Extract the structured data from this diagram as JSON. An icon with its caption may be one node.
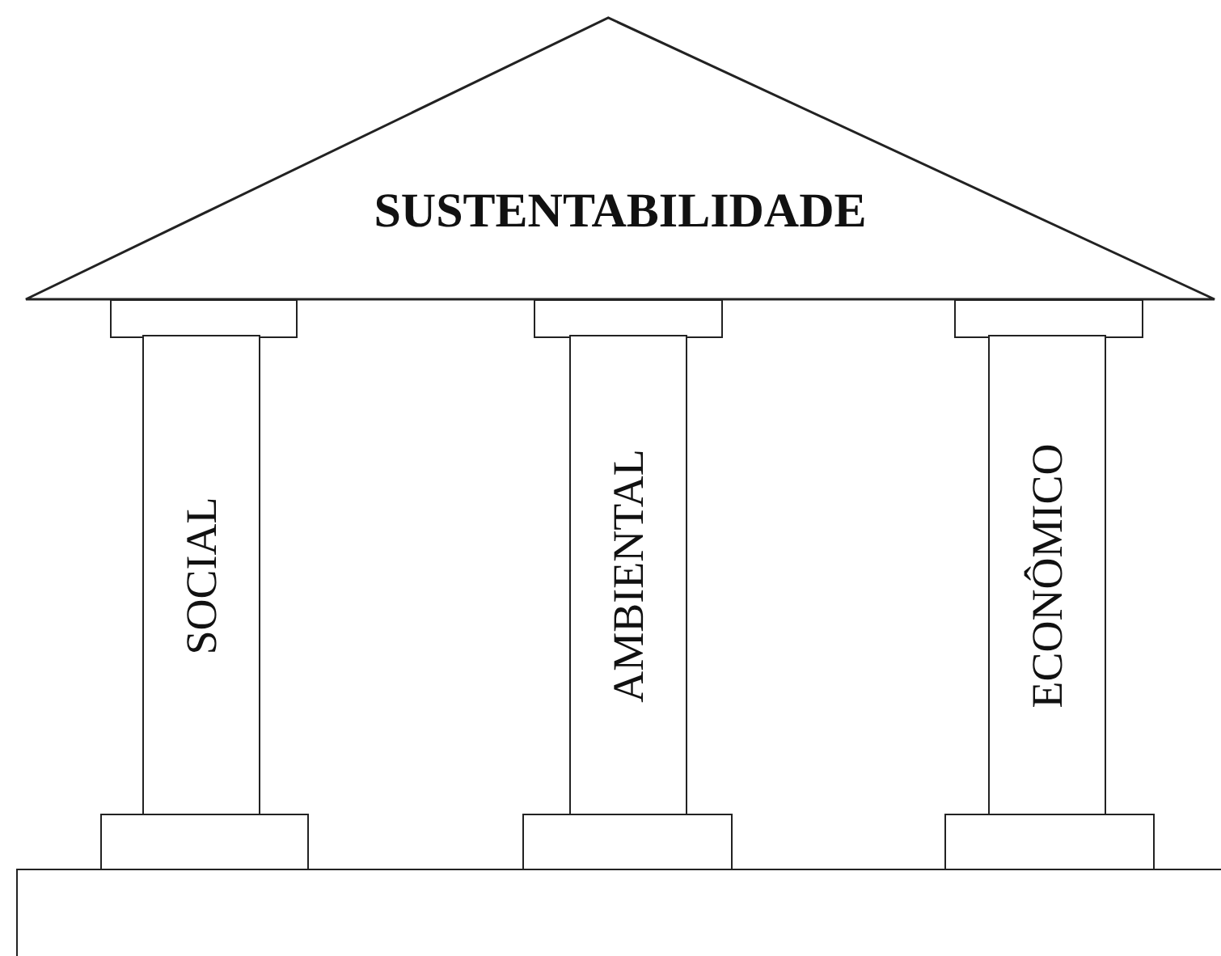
{
  "diagram": {
    "nodes": [
      {
        "text": [
          "SUSTENTABILIDADE"
        ]
      },
      {
        "text": [],
        "shape": "box"
      },
      {
        "text": [],
        "shape": "box"
      },
      {
        "text": [],
        "shape": "box"
      },
      {
        "text": [
          "SOCIAL"
        ]
      },
      {
        "text": [
          "AMBIENTAL"
        ]
      },
      {
        "text": [
          "ECONÔMICO"
        ]
      },
      {
        "text": [],
        "shape": "box"
      },
      {
        "text": [],
        "shape": "box"
      },
      {
        "text": [],
        "shape": "box"
      },
      {
        "text": [],
        "shape": "box"
      }
    ]
  }
}
